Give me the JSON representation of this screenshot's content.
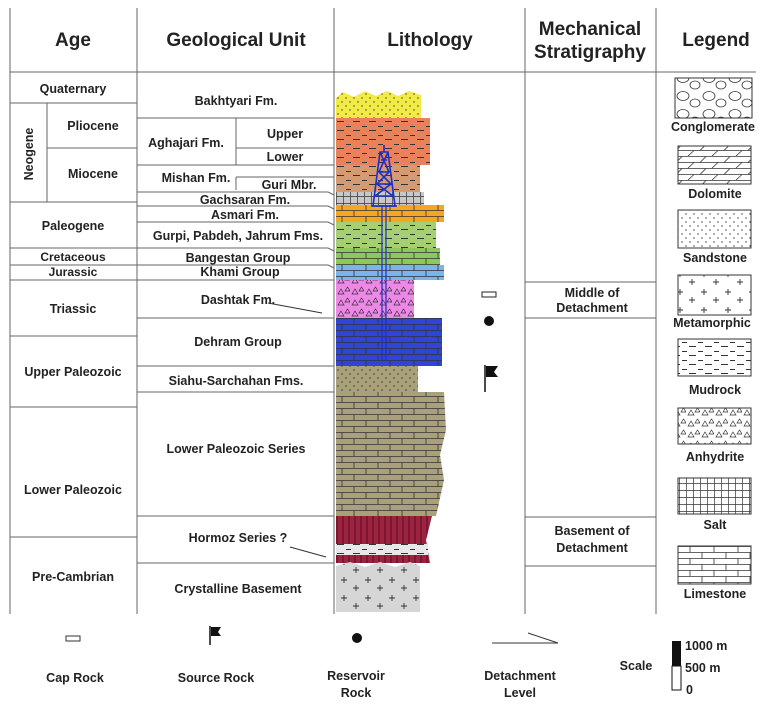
{
  "headers": {
    "age": "Age",
    "unit": "Geological Unit",
    "lithology": "Lithology",
    "mech_line1": "Mechanical",
    "mech_line2": "Stratigraphy",
    "legend": "Legend"
  },
  "ages": {
    "quaternary": "Quaternary",
    "neogene": "Neogene",
    "pliocene": "Pliocene",
    "miocene": "Miocene",
    "paleogene": "Paleogene",
    "cretaceous": "Cretaceous",
    "jurassic": "Jurassic",
    "triassic": "Triassic",
    "upper_paleozoic": "Upper Paleozoic",
    "lower_paleozoic": "Lower Paleozoic",
    "precambrian": "Pre-Cambrian"
  },
  "units": {
    "bakhtyari": "Bakhtyari Fm.",
    "aghajari": "Aghajari Fm.",
    "upper": "Upper",
    "lower": "Lower",
    "mishan": "Mishan Fm.",
    "guri": "Guri Mbr.",
    "gachsaran": "Gachsaran Fm.",
    "asmari": "Asmari Fm.",
    "gurpi": "Gurpi, Pabdeh, Jahrum Fms.",
    "bangestan": "Bangestan Group",
    "khami": "Khami Group",
    "dashtak": "Dashtak Fm.",
    "dehram": "Dehram Group",
    "siahu": "Siahu-Sarchahan Fms.",
    "lower_paleozoic_series": "Lower Paleozoic Series",
    "hormoz": "Hormoz Series ?",
    "crystalline": "Crystalline Basement"
  },
  "mechanical": {
    "middle_line1": "Middle of",
    "middle_line2": "Detachment",
    "basement_line1": "Basement of",
    "basement_line2": "Detachment"
  },
  "legend_items": {
    "conglomerate": "Conglomerate",
    "dolomite": "Dolomite",
    "sandstone": "Sandstone",
    "metamorphic": "Metamorphic",
    "mudrock": "Mudrock",
    "anhydrite": "Anhydrite",
    "salt": "Salt",
    "limestone": "Limestone"
  },
  "key": {
    "cap_rock": "Cap Rock",
    "source_rock": "Source Rock",
    "reservoir_line1": "Reservoir",
    "reservoir_line2": "Rock",
    "detachment_line1": "Detachment",
    "detachment_line2": "Level",
    "scale_label": "Scale",
    "scale_1000": "1000 m",
    "scale_500": "500 m",
    "scale_0": "0"
  },
  "colors": {
    "bakhtyari": "#f2ea45",
    "aghajari": "#e9825a",
    "mishan": "#d49a72",
    "gachsaran": "#c8c8c8",
    "asmari": "#f5a623",
    "gurpi": "#a6cf74",
    "bangestan": "#8cc85e",
    "khami": "#7ab4e8",
    "dashtak": "#ee88e6",
    "dehram": "#2e45d8",
    "siahu": "#a9a17a",
    "lower_paleozoic": "#a9a17a",
    "hormoz": "#9c2440",
    "basement": "#d6d6d6",
    "derrick": "#1a2fc9"
  }
}
